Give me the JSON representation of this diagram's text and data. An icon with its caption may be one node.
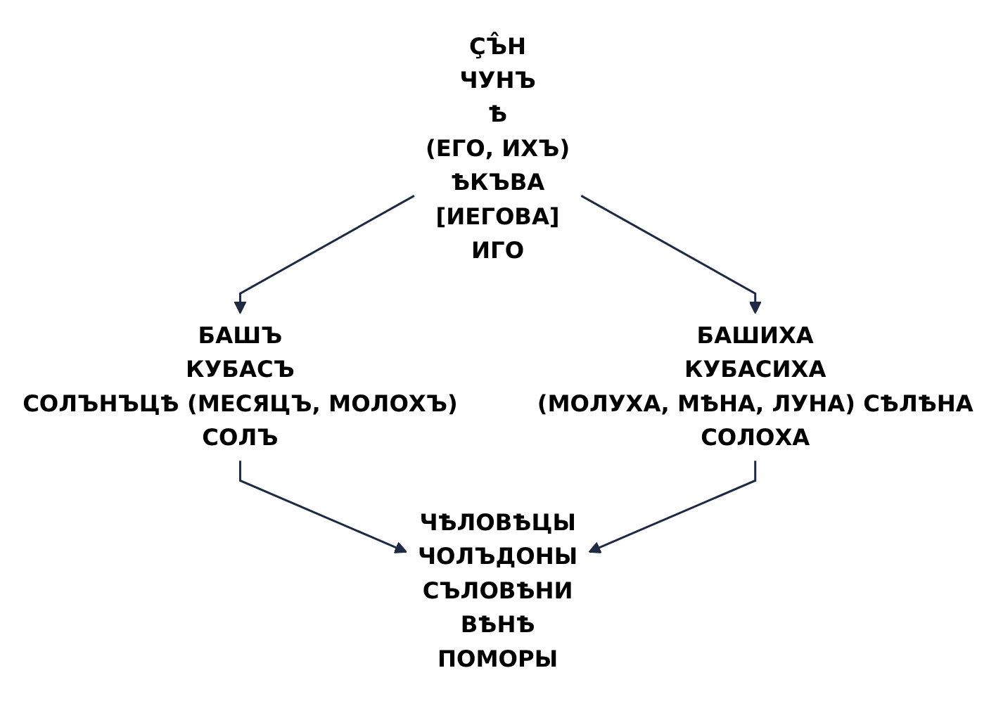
{
  "diagram": {
    "nodes": [
      {
        "text": [
          "ҪЪ̂Н",
          "ЧУНЪ",
          "Ѣ",
          "(ЕГО, ИХЪ)",
          "ѢКЪВА",
          "[ИЕГОВА]",
          "ИГО"
        ]
      },
      {
        "text": [
          "БАШЪ",
          "КУБАСЪ",
          "СОЛЪНЪЦѢ (МЕСЯЦЪ, МОЛОХЪ)",
          "СОЛЪ"
        ]
      },
      {
        "text": [
          "БАШИХА",
          "КУБАСИХА",
          "(МОЛУХА, МѢНА, ЛУНА) СѢЛѢНА",
          "СОЛОХА"
        ]
      },
      {
        "text": [
          "ЧѢЛОВѢЦЫ",
          "ЧОЛЪДОНЫ",
          "СЪЛОВѢНИ",
          "ВѢНѢ",
          "ПОМОРЫ"
        ]
      }
    ],
    "edges": [
      {
        "from": 0,
        "to": 1,
        "arrow": "to"
      },
      {
        "from": 0,
        "to": 2,
        "arrow": "to"
      },
      {
        "from": 1,
        "to": 3,
        "arrow": "to"
      },
      {
        "from": 2,
        "to": 3,
        "arrow": "to"
      }
    ]
  }
}
